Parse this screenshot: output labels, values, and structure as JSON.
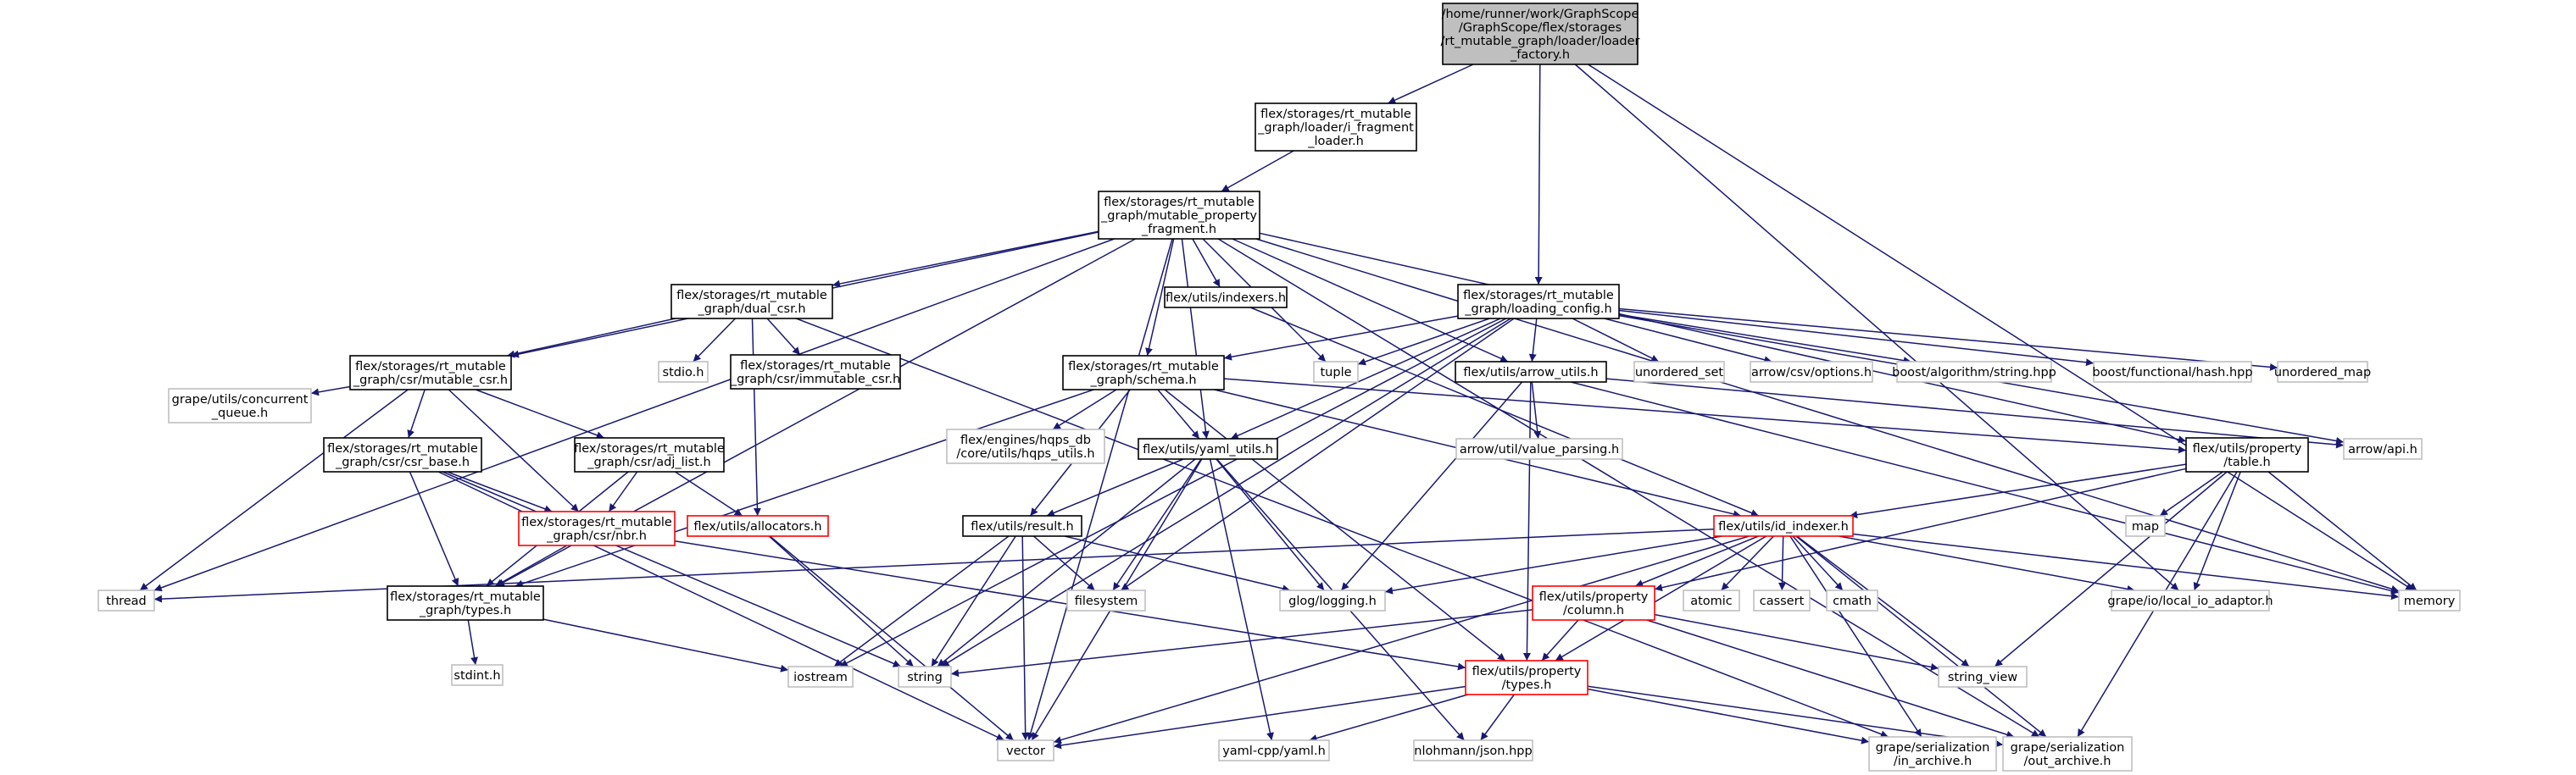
{
  "diagram": {
    "nodes": [
      {
        "id": "root",
        "lines": [
          "/home/runner/work/GraphScope",
          "/GraphScope/flex/storages",
          "/rt_mutable_graph/loader/loader",
          "_factory.h"
        ],
        "style": "root"
      },
      {
        "id": "i_fragment_loader",
        "lines": [
          "flex/storages/rt_mutable",
          "_graph/loader/i_fragment",
          "_loader.h"
        ],
        "style": "normal"
      },
      {
        "id": "mutable_property_fragment",
        "lines": [
          "flex/storages/rt_mutable",
          "_graph/mutable_property",
          "_fragment.h"
        ],
        "style": "normal"
      },
      {
        "id": "loading_config",
        "lines": [
          "flex/storages/rt_mutable",
          "_graph/loading_config.h"
        ],
        "style": "normal"
      },
      {
        "id": "dual_csr",
        "lines": [
          "flex/storages/rt_mutable",
          "_graph/dual_csr.h"
        ],
        "style": "normal"
      },
      {
        "id": "indexers",
        "lines": [
          "flex/utils/indexers.h"
        ],
        "style": "normal"
      },
      {
        "id": "mutable_csr",
        "lines": [
          "flex/storages/rt_mutable",
          "_graph/csr/mutable_csr.h"
        ],
        "style": "normal"
      },
      {
        "id": "stdio",
        "lines": [
          "stdio.h"
        ],
        "style": "external"
      },
      {
        "id": "immutable_csr",
        "lines": [
          "flex/storages/rt_mutable",
          "_graph/csr/immutable_csr.h"
        ],
        "style": "normal"
      },
      {
        "id": "schema",
        "lines": [
          "flex/storages/rt_mutable",
          "_graph/schema.h"
        ],
        "style": "normal"
      },
      {
        "id": "tuple",
        "lines": [
          "tuple"
        ],
        "style": "external"
      },
      {
        "id": "arrow_utils",
        "lines": [
          "flex/utils/arrow_utils.h"
        ],
        "style": "normal"
      },
      {
        "id": "unordered_set",
        "lines": [
          "unordered_set"
        ],
        "style": "external"
      },
      {
        "id": "arrow_csv",
        "lines": [
          "arrow/csv/options.h"
        ],
        "style": "external"
      },
      {
        "id": "boost_string",
        "lines": [
          "boost/algorithm/string.hpp"
        ],
        "style": "external"
      },
      {
        "id": "boost_hash",
        "lines": [
          "boost/functional/hash.hpp"
        ],
        "style": "external"
      },
      {
        "id": "unordered_map",
        "lines": [
          "unordered_map"
        ],
        "style": "external"
      },
      {
        "id": "concurrent_queue",
        "lines": [
          "grape/utils/concurrent",
          "_queue.h"
        ],
        "style": "external"
      },
      {
        "id": "csr_base",
        "lines": [
          "flex/storages/rt_mutable",
          "_graph/csr/csr_base.h"
        ],
        "style": "normal"
      },
      {
        "id": "adj_list",
        "lines": [
          "flex/storages/rt_mutable",
          "_graph/csr/adj_list.h"
        ],
        "style": "normal"
      },
      {
        "id": "hqps_utils",
        "lines": [
          "flex/engines/hqps_db",
          "/core/utils/hqps_utils.h"
        ],
        "style": "external"
      },
      {
        "id": "yaml_utils",
        "lines": [
          "flex/utils/yaml_utils.h"
        ],
        "style": "normal"
      },
      {
        "id": "value_parsing",
        "lines": [
          "arrow/util/value_parsing.h"
        ],
        "style": "external"
      },
      {
        "id": "property_table",
        "lines": [
          "flex/utils/property",
          "/table.h"
        ],
        "style": "normal"
      },
      {
        "id": "arrow_api",
        "lines": [
          "arrow/api.h"
        ],
        "style": "external"
      },
      {
        "id": "nbr",
        "lines": [
          "flex/storages/rt_mutable",
          "_graph/csr/nbr.h"
        ],
        "style": "red"
      },
      {
        "id": "allocators",
        "lines": [
          "flex/utils/allocators.h"
        ],
        "style": "red"
      },
      {
        "id": "result",
        "lines": [
          "flex/utils/result.h"
        ],
        "style": "normal"
      },
      {
        "id": "id_indexer",
        "lines": [
          "flex/utils/id_indexer.h"
        ],
        "style": "red"
      },
      {
        "id": "map",
        "lines": [
          "map"
        ],
        "style": "external"
      },
      {
        "id": "thread",
        "lines": [
          "thread"
        ],
        "style": "external"
      },
      {
        "id": "types",
        "lines": [
          "flex/storages/rt_mutable",
          "_graph/types.h"
        ],
        "style": "normal"
      },
      {
        "id": "filesystem",
        "lines": [
          "filesystem"
        ],
        "style": "external"
      },
      {
        "id": "glog",
        "lines": [
          "glog/logging.h"
        ],
        "style": "external"
      },
      {
        "id": "column",
        "lines": [
          "flex/utils/property",
          "/column.h"
        ],
        "style": "red"
      },
      {
        "id": "atomic",
        "lines": [
          "atomic"
        ],
        "style": "external"
      },
      {
        "id": "cassert",
        "lines": [
          "cassert"
        ],
        "style": "external"
      },
      {
        "id": "cmath",
        "lines": [
          "cmath"
        ],
        "style": "external"
      },
      {
        "id": "local_io_adaptor",
        "lines": [
          "grape/io/local_io_adaptor.h"
        ],
        "style": "external"
      },
      {
        "id": "memory",
        "lines": [
          "memory"
        ],
        "style": "external"
      },
      {
        "id": "stdint",
        "lines": [
          "stdint.h"
        ],
        "style": "external"
      },
      {
        "id": "iostream",
        "lines": [
          "iostream"
        ],
        "style": "external"
      },
      {
        "id": "string",
        "lines": [
          "string"
        ],
        "style": "external"
      },
      {
        "id": "string_view",
        "lines": [
          "string_view"
        ],
        "style": "external"
      },
      {
        "id": "property_types",
        "lines": [
          "flex/utils/property",
          "/types.h"
        ],
        "style": "red"
      },
      {
        "id": "vector",
        "lines": [
          "vector"
        ],
        "style": "external"
      },
      {
        "id": "yaml_cpp",
        "lines": [
          "yaml-cpp/yaml.h"
        ],
        "style": "external"
      },
      {
        "id": "nlohmann",
        "lines": [
          "nlohmann/json.hpp"
        ],
        "style": "external"
      },
      {
        "id": "in_archive",
        "lines": [
          "grape/serialization",
          "/in_archive.h"
        ],
        "style": "external"
      },
      {
        "id": "out_archive",
        "lines": [
          "grape/serialization",
          "/out_archive.h"
        ],
        "style": "external"
      }
    ],
    "edges": [
      [
        "root",
        "i_fragment_loader"
      ],
      [
        "root",
        "loading_config"
      ],
      [
        "root",
        "memory"
      ],
      [
        "root",
        "local_io_adaptor"
      ],
      [
        "i_fragment_loader",
        "mutable_property_fragment"
      ],
      [
        "mutable_property_fragment",
        "dual_csr"
      ],
      [
        "mutable_property_fragment",
        "indexers"
      ],
      [
        "mutable_property_fragment",
        "mutable_csr"
      ],
      [
        "mutable_property_fragment",
        "schema"
      ],
      [
        "mutable_property_fragment",
        "tuple"
      ],
      [
        "mutable_property_fragment",
        "arrow_utils"
      ],
      [
        "mutable_property_fragment",
        "yaml_utils"
      ],
      [
        "mutable_property_fragment",
        "property_table"
      ],
      [
        "mutable_property_fragment",
        "thread"
      ],
      [
        "mutable_property_fragment",
        "types"
      ],
      [
        "mutable_property_fragment",
        "vector"
      ],
      [
        "mutable_property_fragment",
        "memory"
      ],
      [
        "mutable_property_fragment",
        "out_archive"
      ],
      [
        "loading_config",
        "schema"
      ],
      [
        "loading_config",
        "tuple"
      ],
      [
        "loading_config",
        "arrow_utils"
      ],
      [
        "loading_config",
        "unordered_set"
      ],
      [
        "loading_config",
        "arrow_csv"
      ],
      [
        "loading_config",
        "boost_string"
      ],
      [
        "loading_config",
        "boost_hash"
      ],
      [
        "loading_config",
        "unordered_map"
      ],
      [
        "loading_config",
        "yaml_utils"
      ],
      [
        "loading_config",
        "filesystem"
      ],
      [
        "loading_config",
        "iostream"
      ],
      [
        "loading_config",
        "string"
      ],
      [
        "loading_config",
        "arrow_api"
      ],
      [
        "dual_csr",
        "mutable_csr"
      ],
      [
        "dual_csr",
        "stdio"
      ],
      [
        "dual_csr",
        "immutable_csr"
      ],
      [
        "dual_csr",
        "allocators"
      ],
      [
        "dual_csr",
        "in_archive"
      ],
      [
        "indexers",
        "id_indexer"
      ],
      [
        "mutable_csr",
        "concurrent_queue"
      ],
      [
        "mutable_csr",
        "csr_base"
      ],
      [
        "mutable_csr",
        "adj_list"
      ],
      [
        "mutable_csr",
        "nbr"
      ],
      [
        "mutable_csr",
        "thread"
      ],
      [
        "schema",
        "hqps_utils"
      ],
      [
        "schema",
        "yaml_utils"
      ],
      [
        "schema",
        "result"
      ],
      [
        "schema",
        "property_table"
      ],
      [
        "schema",
        "id_indexer"
      ],
      [
        "schema",
        "property_types"
      ],
      [
        "schema",
        "types"
      ],
      [
        "arrow_utils",
        "value_parsing"
      ],
      [
        "arrow_utils",
        "arrow_api"
      ],
      [
        "arrow_utils",
        "glog"
      ],
      [
        "arrow_utils",
        "property_types"
      ],
      [
        "arrow_utils",
        "memory"
      ],
      [
        "csr_base",
        "nbr"
      ],
      [
        "csr_base",
        "types"
      ],
      [
        "csr_base",
        "vector"
      ],
      [
        "csr_base",
        "string"
      ],
      [
        "adj_list",
        "nbr"
      ],
      [
        "adj_list",
        "allocators"
      ],
      [
        "adj_list",
        "types"
      ],
      [
        "yaml_utils",
        "result"
      ],
      [
        "yaml_utils",
        "glog"
      ],
      [
        "yaml_utils",
        "filesystem"
      ],
      [
        "yaml_utils",
        "string"
      ],
      [
        "yaml_utils",
        "vector"
      ],
      [
        "yaml_utils",
        "yaml_cpp"
      ],
      [
        "yaml_utils",
        "nlohmann"
      ],
      [
        "property_table",
        "id_indexer"
      ],
      [
        "property_table",
        "map"
      ],
      [
        "property_table",
        "column"
      ],
      [
        "property_table",
        "local_io_adaptor"
      ],
      [
        "property_table",
        "memory"
      ],
      [
        "property_table",
        "string_view"
      ],
      [
        "property_table",
        "out_archive"
      ],
      [
        "nbr",
        "types"
      ],
      [
        "nbr",
        "property_types"
      ],
      [
        "allocators",
        "string"
      ],
      [
        "allocators",
        "vector"
      ],
      [
        "result",
        "filesystem"
      ],
      [
        "result",
        "glog"
      ],
      [
        "result",
        "iostream"
      ],
      [
        "result",
        "string"
      ],
      [
        "result",
        "vector"
      ],
      [
        "id_indexer",
        "thread"
      ],
      [
        "id_indexer",
        "glog"
      ],
      [
        "id_indexer",
        "column"
      ],
      [
        "id_indexer",
        "atomic"
      ],
      [
        "id_indexer",
        "cassert"
      ],
      [
        "id_indexer",
        "cmath"
      ],
      [
        "id_indexer",
        "local_io_adaptor"
      ],
      [
        "id_indexer",
        "memory"
      ],
      [
        "id_indexer",
        "string_view"
      ],
      [
        "id_indexer",
        "property_types"
      ],
      [
        "id_indexer",
        "vector"
      ],
      [
        "id_indexer",
        "in_archive"
      ],
      [
        "id_indexer",
        "out_archive"
      ],
      [
        "types",
        "stdint"
      ],
      [
        "types",
        "iostream"
      ],
      [
        "column",
        "string"
      ],
      [
        "column",
        "string_view"
      ],
      [
        "column",
        "property_types"
      ],
      [
        "column",
        "out_archive"
      ],
      [
        "property_types",
        "vector"
      ],
      [
        "property_types",
        "yaml_cpp"
      ],
      [
        "property_types",
        "nlohmann"
      ],
      [
        "property_types",
        "in_archive"
      ],
      [
        "property_types",
        "out_archive"
      ]
    ]
  }
}
